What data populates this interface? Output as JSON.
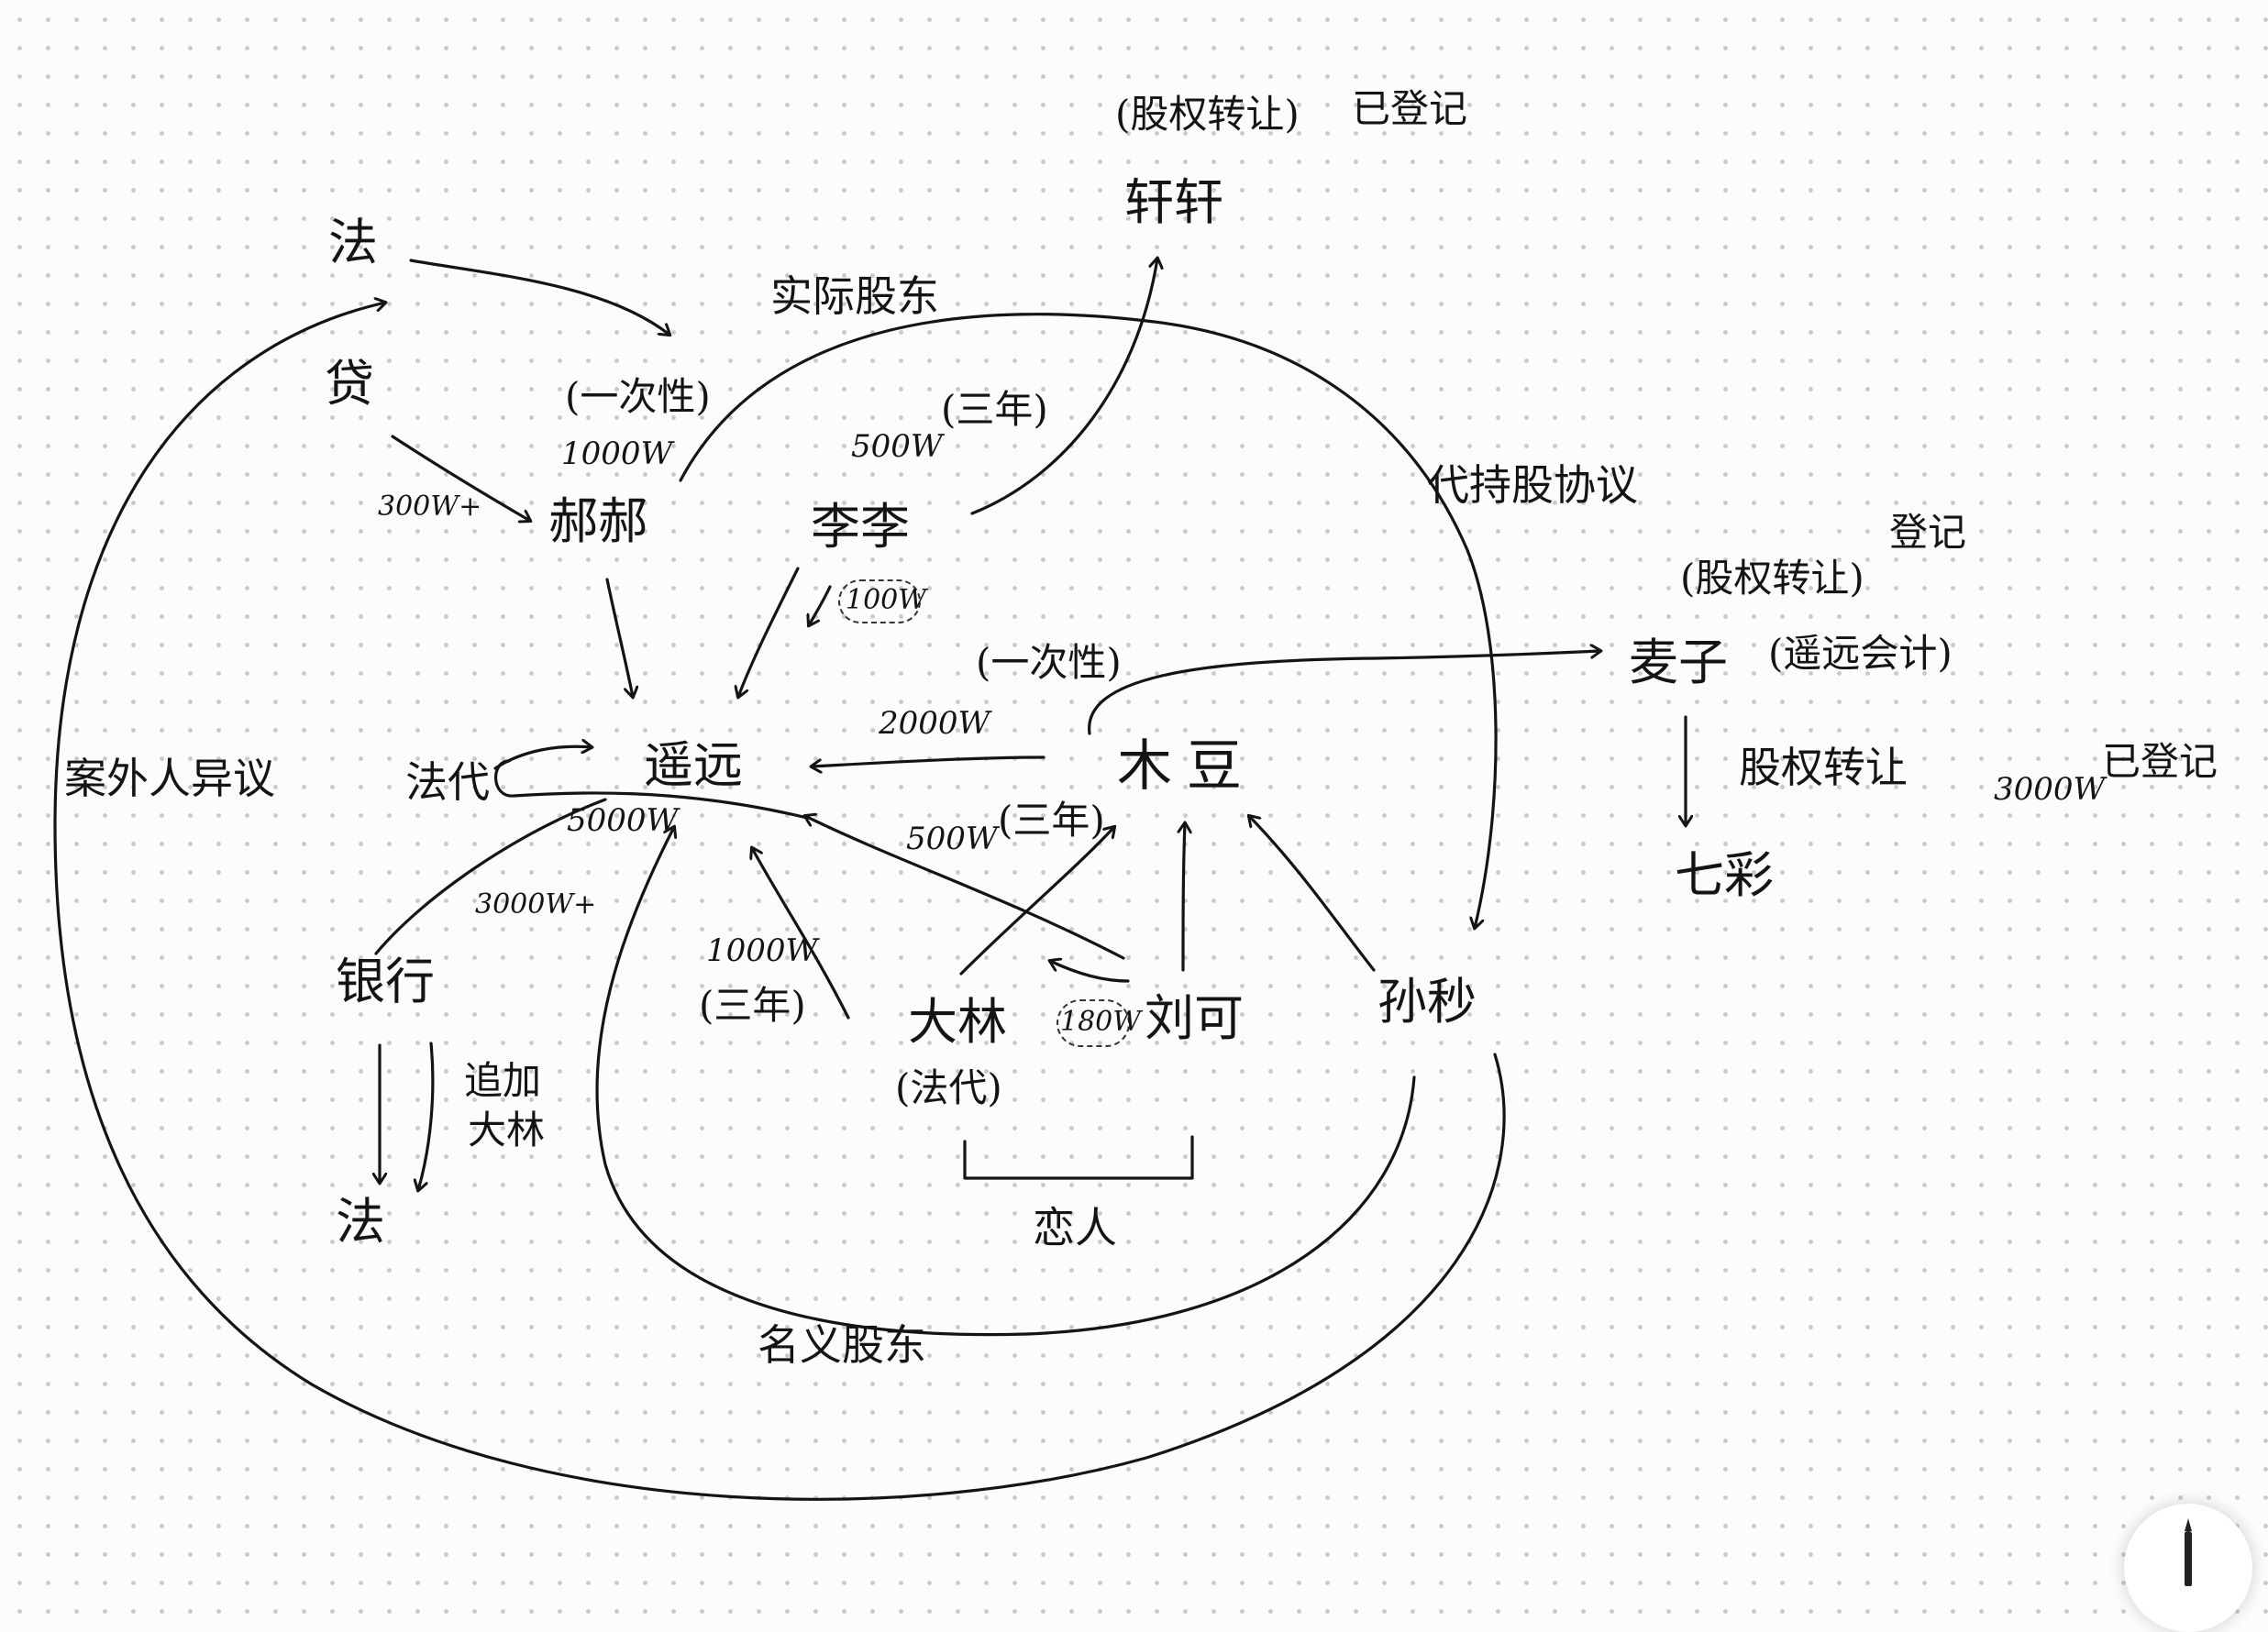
{
  "nodes": {
    "fa_top": "法",
    "dai": "贷",
    "haohao": "郝郝",
    "lili": "李李",
    "xuanxuan": "轩轩",
    "yaoyuan": "遥远",
    "mudou": "木豆",
    "maizi": "麦子",
    "qicai": "七彩",
    "yinhang": "银行",
    "fa_bottom": "法",
    "dalin": "大林",
    "liuke": "刘可",
    "sunmiao": "孙秒"
  },
  "labels": {
    "guquan_zhuanrang_1": "(股权转让)",
    "yidengji_1": "已登记",
    "shiji_gudong": "实际股东",
    "daichigu_xieyi": "代持股协议",
    "guquan_zhuanrang_2": "(股权转让)",
    "dengji": "登记",
    "yaoyuan_kuaiji": "(遥远会计)",
    "guquan_zhuanrang_3": "股权转让",
    "amount_3000w": "3000W",
    "yidengji_2": "已登记",
    "anwairen_yiyi": "案外人异议",
    "fadai_left": "法代",
    "yicixing_1": "(一次性)",
    "amount_1000w_top": "1000W",
    "amount_300w_plus": "300W+",
    "amount_500w_top": "500W",
    "sannian_1": "(三年)",
    "amount_100w": "100W",
    "yicixing_2": "(一次性)",
    "amount_2000w": "2000W",
    "amount_5000w": "5000W",
    "amount_500w_mid": "500W",
    "sannian_2": "(三年)",
    "amount_3000w_plus": "3000W+",
    "amount_1000w_bottom": "1000W",
    "sannian_3": "(三年)",
    "zhuijia": "追加",
    "dalin_note": "大林",
    "fadai_paren": "(法代)",
    "amount_180w": "180W",
    "lianren": "恋人",
    "mingyi_gudong": "名义股东"
  },
  "colors": {
    "ink": "#141414",
    "paper": "#fcfcfc",
    "dots": "#c9c9c9"
  },
  "icons": {
    "pencil": "pencil-icon"
  }
}
